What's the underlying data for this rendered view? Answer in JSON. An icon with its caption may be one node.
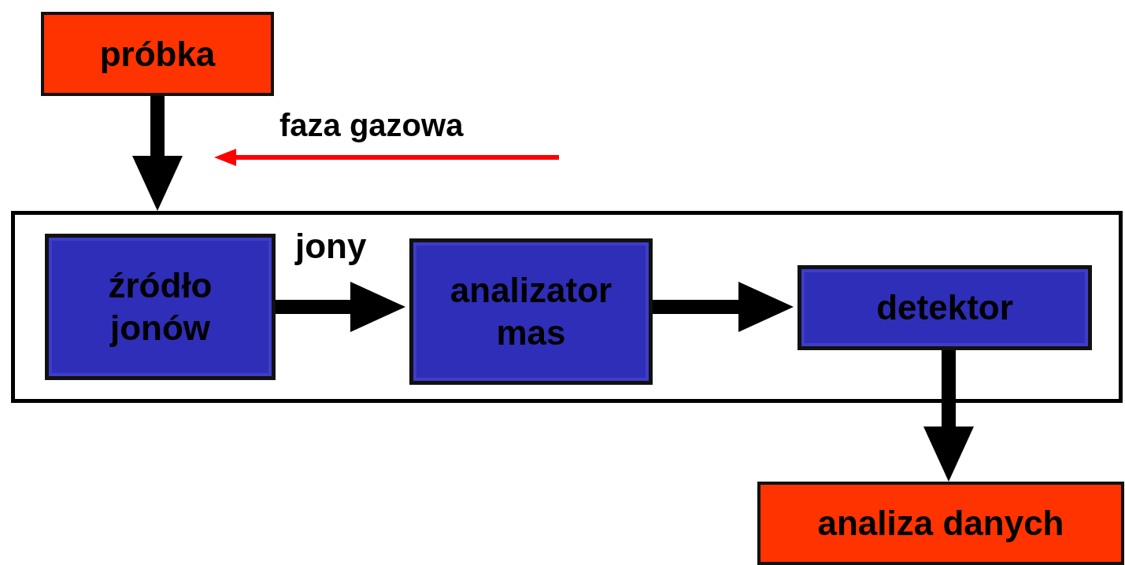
{
  "diagram": {
    "nodes": [
      {
        "text": [
          "próbka"
        ]
      },
      {
        "text": [],
        "shape": "box"
      },
      {
        "text": [
          "źródło jonów"
        ],
        "in": 1
      },
      {
        "text": [
          "analizator mas"
        ],
        "in": 1
      },
      {
        "text": [
          "detektor"
        ],
        "in": 1
      },
      {
        "text": [
          "analiza danych"
        ]
      }
    ],
    "edges": [
      {
        "from": 0,
        "to": 1,
        "arrow": "to"
      },
      {
        "from": 2,
        "to": 3,
        "arrow": "to",
        "label": "jony"
      },
      {
        "from": 3,
        "to": 4,
        "arrow": "to"
      },
      {
        "from": 4,
        "to": 5,
        "arrow": "to"
      }
    ],
    "labels": [
      "faza gazowa"
    ]
  }
}
